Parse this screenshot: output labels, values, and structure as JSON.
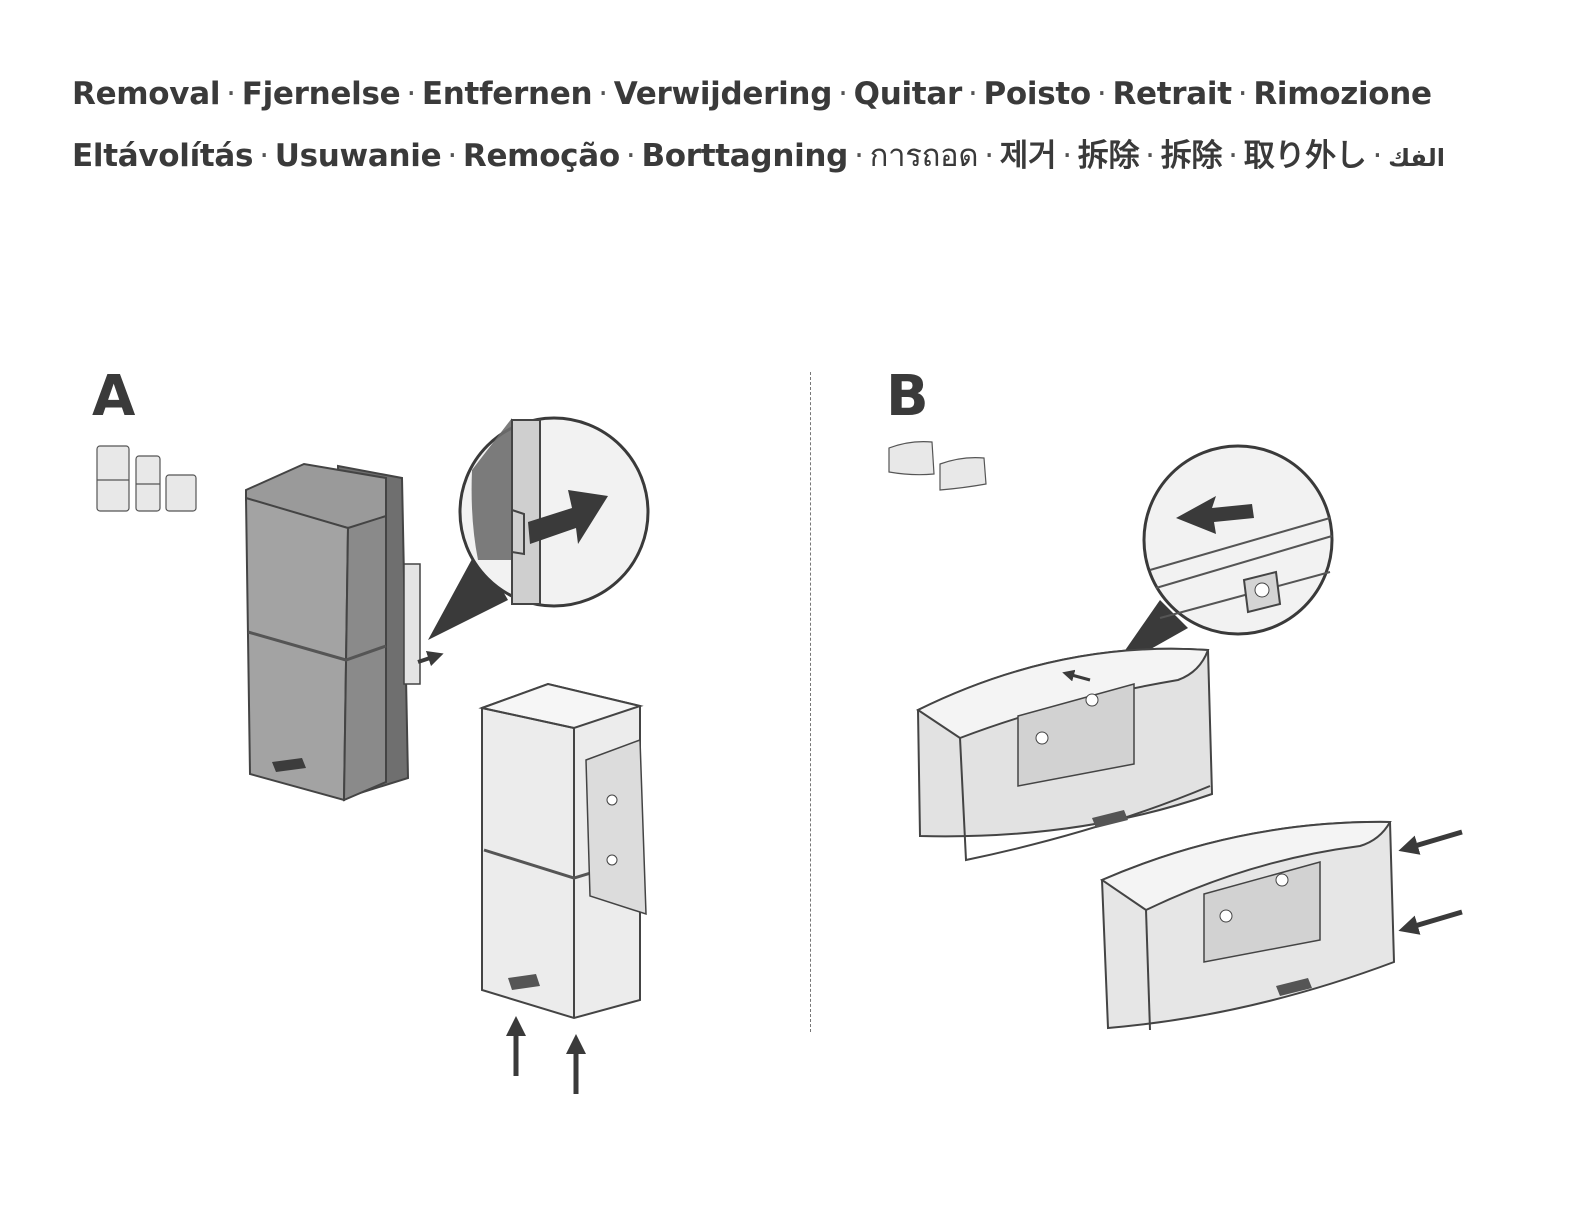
{
  "title": {
    "line1": [
      "Removal",
      "Fjernelse",
      "Entfernen",
      "Verwijdering",
      "Quitar",
      "Poisto",
      "Retrait",
      "Rimozione"
    ],
    "line2": [
      "Eltávolítás",
      "Usuwanie",
      "Remoção",
      "Borttagning",
      "การถอด",
      "제거",
      "拆除",
      "拆除",
      "取り外し",
      "الفك"
    ],
    "separator": "·"
  },
  "panels": {
    "a": {
      "label": "A"
    },
    "b": {
      "label": "B"
    }
  },
  "colors": {
    "text": "#3a3a3a",
    "speaker_fill": "#e9e9e9",
    "speaker_dark": "#9a9a9a",
    "arrow": "#3a3a3a"
  }
}
